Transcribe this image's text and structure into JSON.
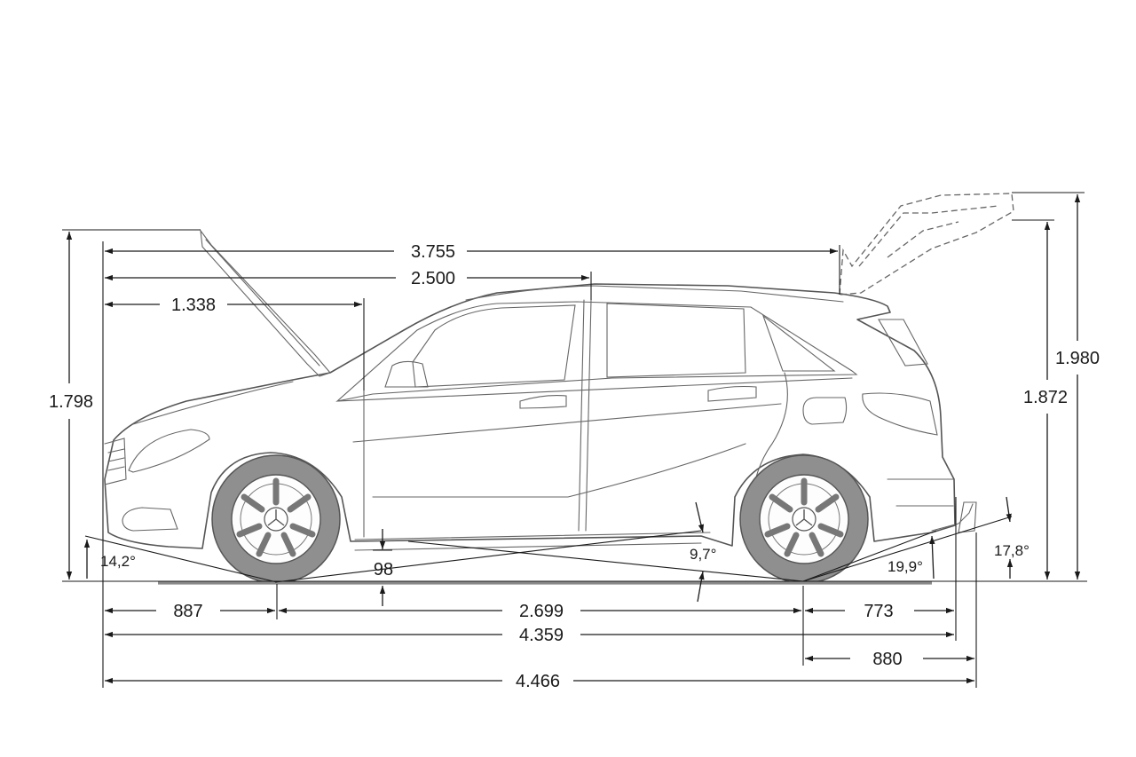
{
  "dimensions": {
    "length_overall": "4.466",
    "length_body": "4.359",
    "wheelbase": "2.699",
    "front_overhang": "887",
    "rear_overhang": "773",
    "rear_overhang_towbar": "880",
    "roof_length": "3.755",
    "front_to_b_pillar": "2.500",
    "front_to_a_pillar": "1.338",
    "height_hood_open": "1.798",
    "height_tailgate_open": "1.980",
    "height_tailgate_edge": "1.872",
    "ground_clearance": "98"
  },
  "angles": {
    "approach": "14,2°",
    "ramp": "9,7°",
    "departure": "19,9°",
    "departure_towbar": "17,8°"
  }
}
